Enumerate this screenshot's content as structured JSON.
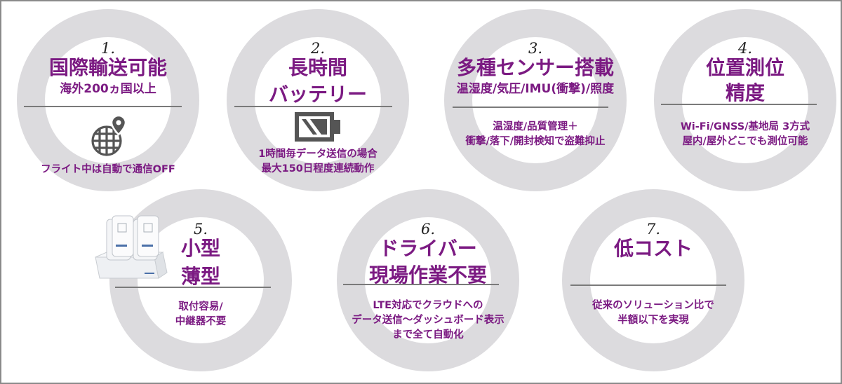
{
  "colors": {
    "accent": "#7b1a82",
    "ring": "#dcdbde",
    "divider": "#7a7a7a",
    "icon": "#555555",
    "frame": "#8a8a8a"
  },
  "features": [
    {
      "number": "1.",
      "title_lines": [
        "国際輸送可能"
      ],
      "subtitle": "海外200ヵ国以上",
      "icon": "globe-location-icon",
      "description_lines": [
        "フライト中は自動で通信OFF"
      ]
    },
    {
      "number": "2.",
      "title_lines": [
        "長時間",
        "バッテリー"
      ],
      "subtitle": "",
      "icon": "battery-icon",
      "description_lines": [
        "1時間毎データ送信の場合",
        "最大150日程度連続動作"
      ]
    },
    {
      "number": "3.",
      "title_lines": [
        "多種センサー搭載"
      ],
      "subtitle": "温湿度/気圧/IMU(衝撃)/照度",
      "icon": "",
      "description_lines": [
        "温湿度/品質管理＋",
        "衝撃/落下/開封検知で盗難抑止"
      ]
    },
    {
      "number": "4.",
      "title_lines": [
        "位置測位",
        "精度"
      ],
      "subtitle": "",
      "icon": "",
      "description_lines": [
        "Wi-Fi/GNSS/基地局 3方式",
        "屋内/屋外どこでも測位可能"
      ]
    },
    {
      "number": "5.",
      "title_lines": [
        "小型",
        "薄型"
      ],
      "subtitle": "",
      "icon": "tracker-device-image",
      "description_lines": [
        "取付容易/",
        "中継器不要"
      ]
    },
    {
      "number": "6.",
      "title_lines": [
        "ドライバー",
        "現場作業不要"
      ],
      "subtitle": "",
      "icon": "",
      "description_lines": [
        "LTE対応でクラウドへの",
        "データ送信～ダッシュボード表示",
        "まで全て自動化"
      ]
    },
    {
      "number": "7.",
      "title_lines": [
        "低コスト"
      ],
      "subtitle": "",
      "icon": "",
      "description_lines": [
        "従来のソリューション比で",
        "半額以下を実現"
      ]
    }
  ]
}
